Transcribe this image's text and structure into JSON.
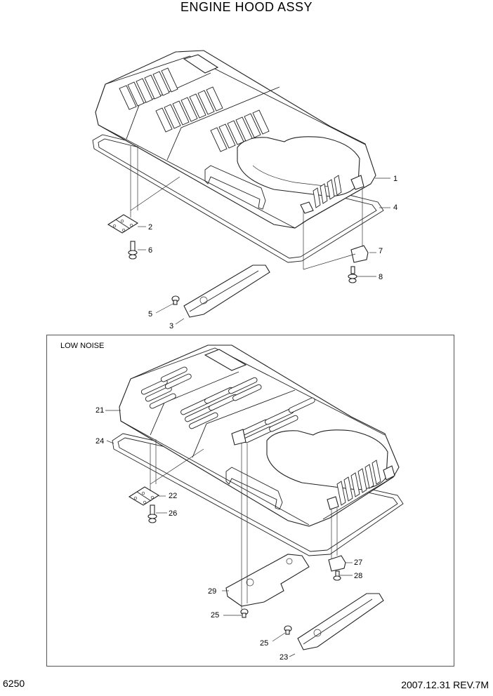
{
  "title": "ENGINE HOOD ASSY",
  "section_label": "LOW NOISE",
  "page_number": "6250",
  "revision": "2007.12.31  REV.7M",
  "callouts": {
    "c1": "1",
    "c2": "2",
    "c3": "3",
    "c4": "4",
    "c5": "5",
    "c6": "6",
    "c7": "7",
    "c8": "8",
    "c21": "21",
    "c22": "22",
    "c23": "23",
    "c24": "24",
    "c25a": "25",
    "c25b": "25",
    "c26": "26",
    "c27": "27",
    "c28": "28",
    "c29": "29"
  }
}
